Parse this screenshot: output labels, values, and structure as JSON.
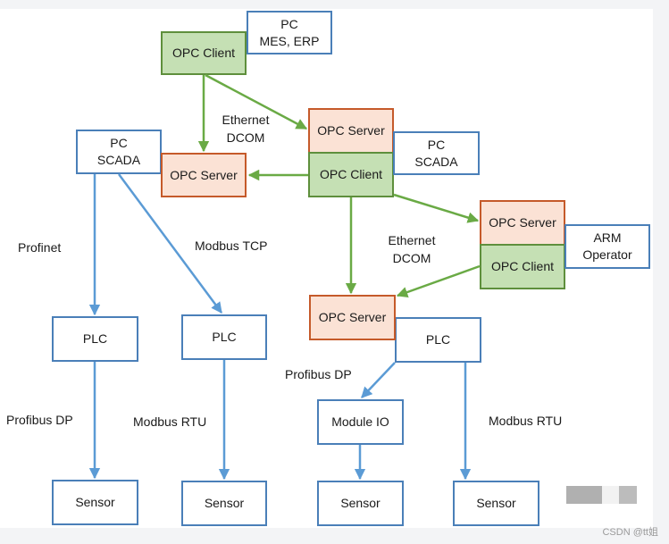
{
  "colors": {
    "server_border": "#c55a2a",
    "server_fill": "#fbe2d5",
    "client_border": "#5e8f3c",
    "client_fill": "#c5e0b4",
    "device_border": "#4a7fb8",
    "ethernet_arrow": "#6aaa45",
    "fieldbus_arrow": "#5b9bd5"
  },
  "nodes": {
    "pc_mes_erp": "PC\nMES, ERP",
    "opc_client_top": "OPC Client",
    "pc_scada_left": "PC\nSCADA",
    "opc_server_left": "OPC Server",
    "opc_server_mid": "OPC Server",
    "opc_client_mid": "OPC Client",
    "pc_scada_mid": "PC\nSCADA",
    "opc_server_arm": "OPC Server",
    "opc_client_arm": "OPC Client",
    "arm_operator": "ARM\nOperator",
    "opc_server_bottom": "OPC Server",
    "plc_1": "PLC",
    "plc_2": "PLC",
    "plc_3": "PLC",
    "module_io": "Module IO",
    "sensor_1": "Sensor",
    "sensor_2": "Sensor",
    "sensor_3": "Sensor",
    "sensor_4": "Sensor"
  },
  "edge_labels": {
    "ethernet_dcom_1": "Ethernet\nDCOM",
    "ethernet_dcom_2": "Ethernet\nDCOM",
    "profinet": "Profinet",
    "modbus_tcp": "Modbus TCP",
    "profibus_dp_1": "Profibus DP",
    "modbus_rtu_1": "Modbus RTU",
    "profibus_dp_2": "Profibus DP",
    "modbus_rtu_2": "Modbus RTU"
  },
  "watermark": "CSDN @tt姐"
}
